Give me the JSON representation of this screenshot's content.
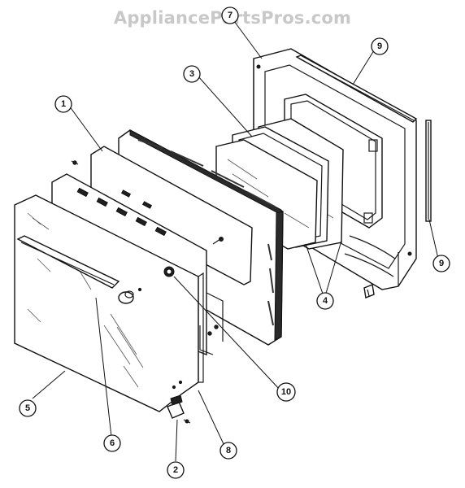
{
  "watermark": {
    "text": "AppliancePartsPros.com"
  },
  "callouts": [
    {
      "id": "c1",
      "label": "1"
    },
    {
      "id": "c2",
      "label": "2"
    },
    {
      "id": "c3",
      "label": "3"
    },
    {
      "id": "c4",
      "label": "4"
    },
    {
      "id": "c5",
      "label": "5"
    },
    {
      "id": "c6",
      "label": "6"
    },
    {
      "id": "c7",
      "label": "7"
    },
    {
      "id": "c8",
      "label": "8"
    },
    {
      "id": "c9a",
      "label": "9"
    },
    {
      "id": "c9b",
      "label": "9"
    },
    {
      "id": "c10",
      "label": "10"
    }
  ],
  "colors": {
    "ink": "#111111",
    "watermark": "#c8c8c8",
    "paper": "#ffffff"
  }
}
